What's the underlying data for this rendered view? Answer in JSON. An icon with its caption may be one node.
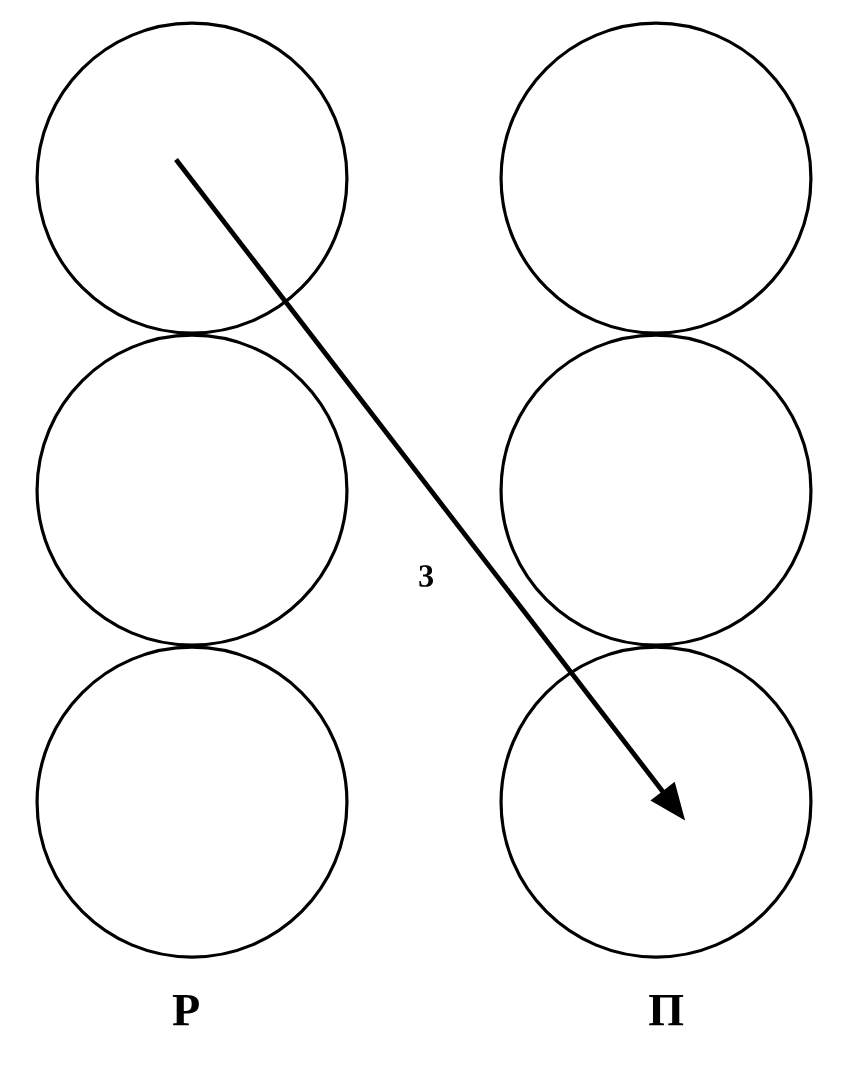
{
  "diagram": {
    "nodes": [
      {
        "text": [],
        "shape": "circle"
      },
      {
        "text": [],
        "shape": "circle"
      },
      {
        "text": [],
        "shape": "circle"
      },
      {
        "text": [],
        "shape": "circle"
      },
      {
        "text": [],
        "shape": "circle"
      },
      {
        "text": [],
        "shape": "circle"
      }
    ],
    "edges": [
      {
        "from": 0,
        "to": 5,
        "arrow": "to"
      }
    ],
    "labels": [
      "3",
      "Р",
      "П"
    ]
  }
}
